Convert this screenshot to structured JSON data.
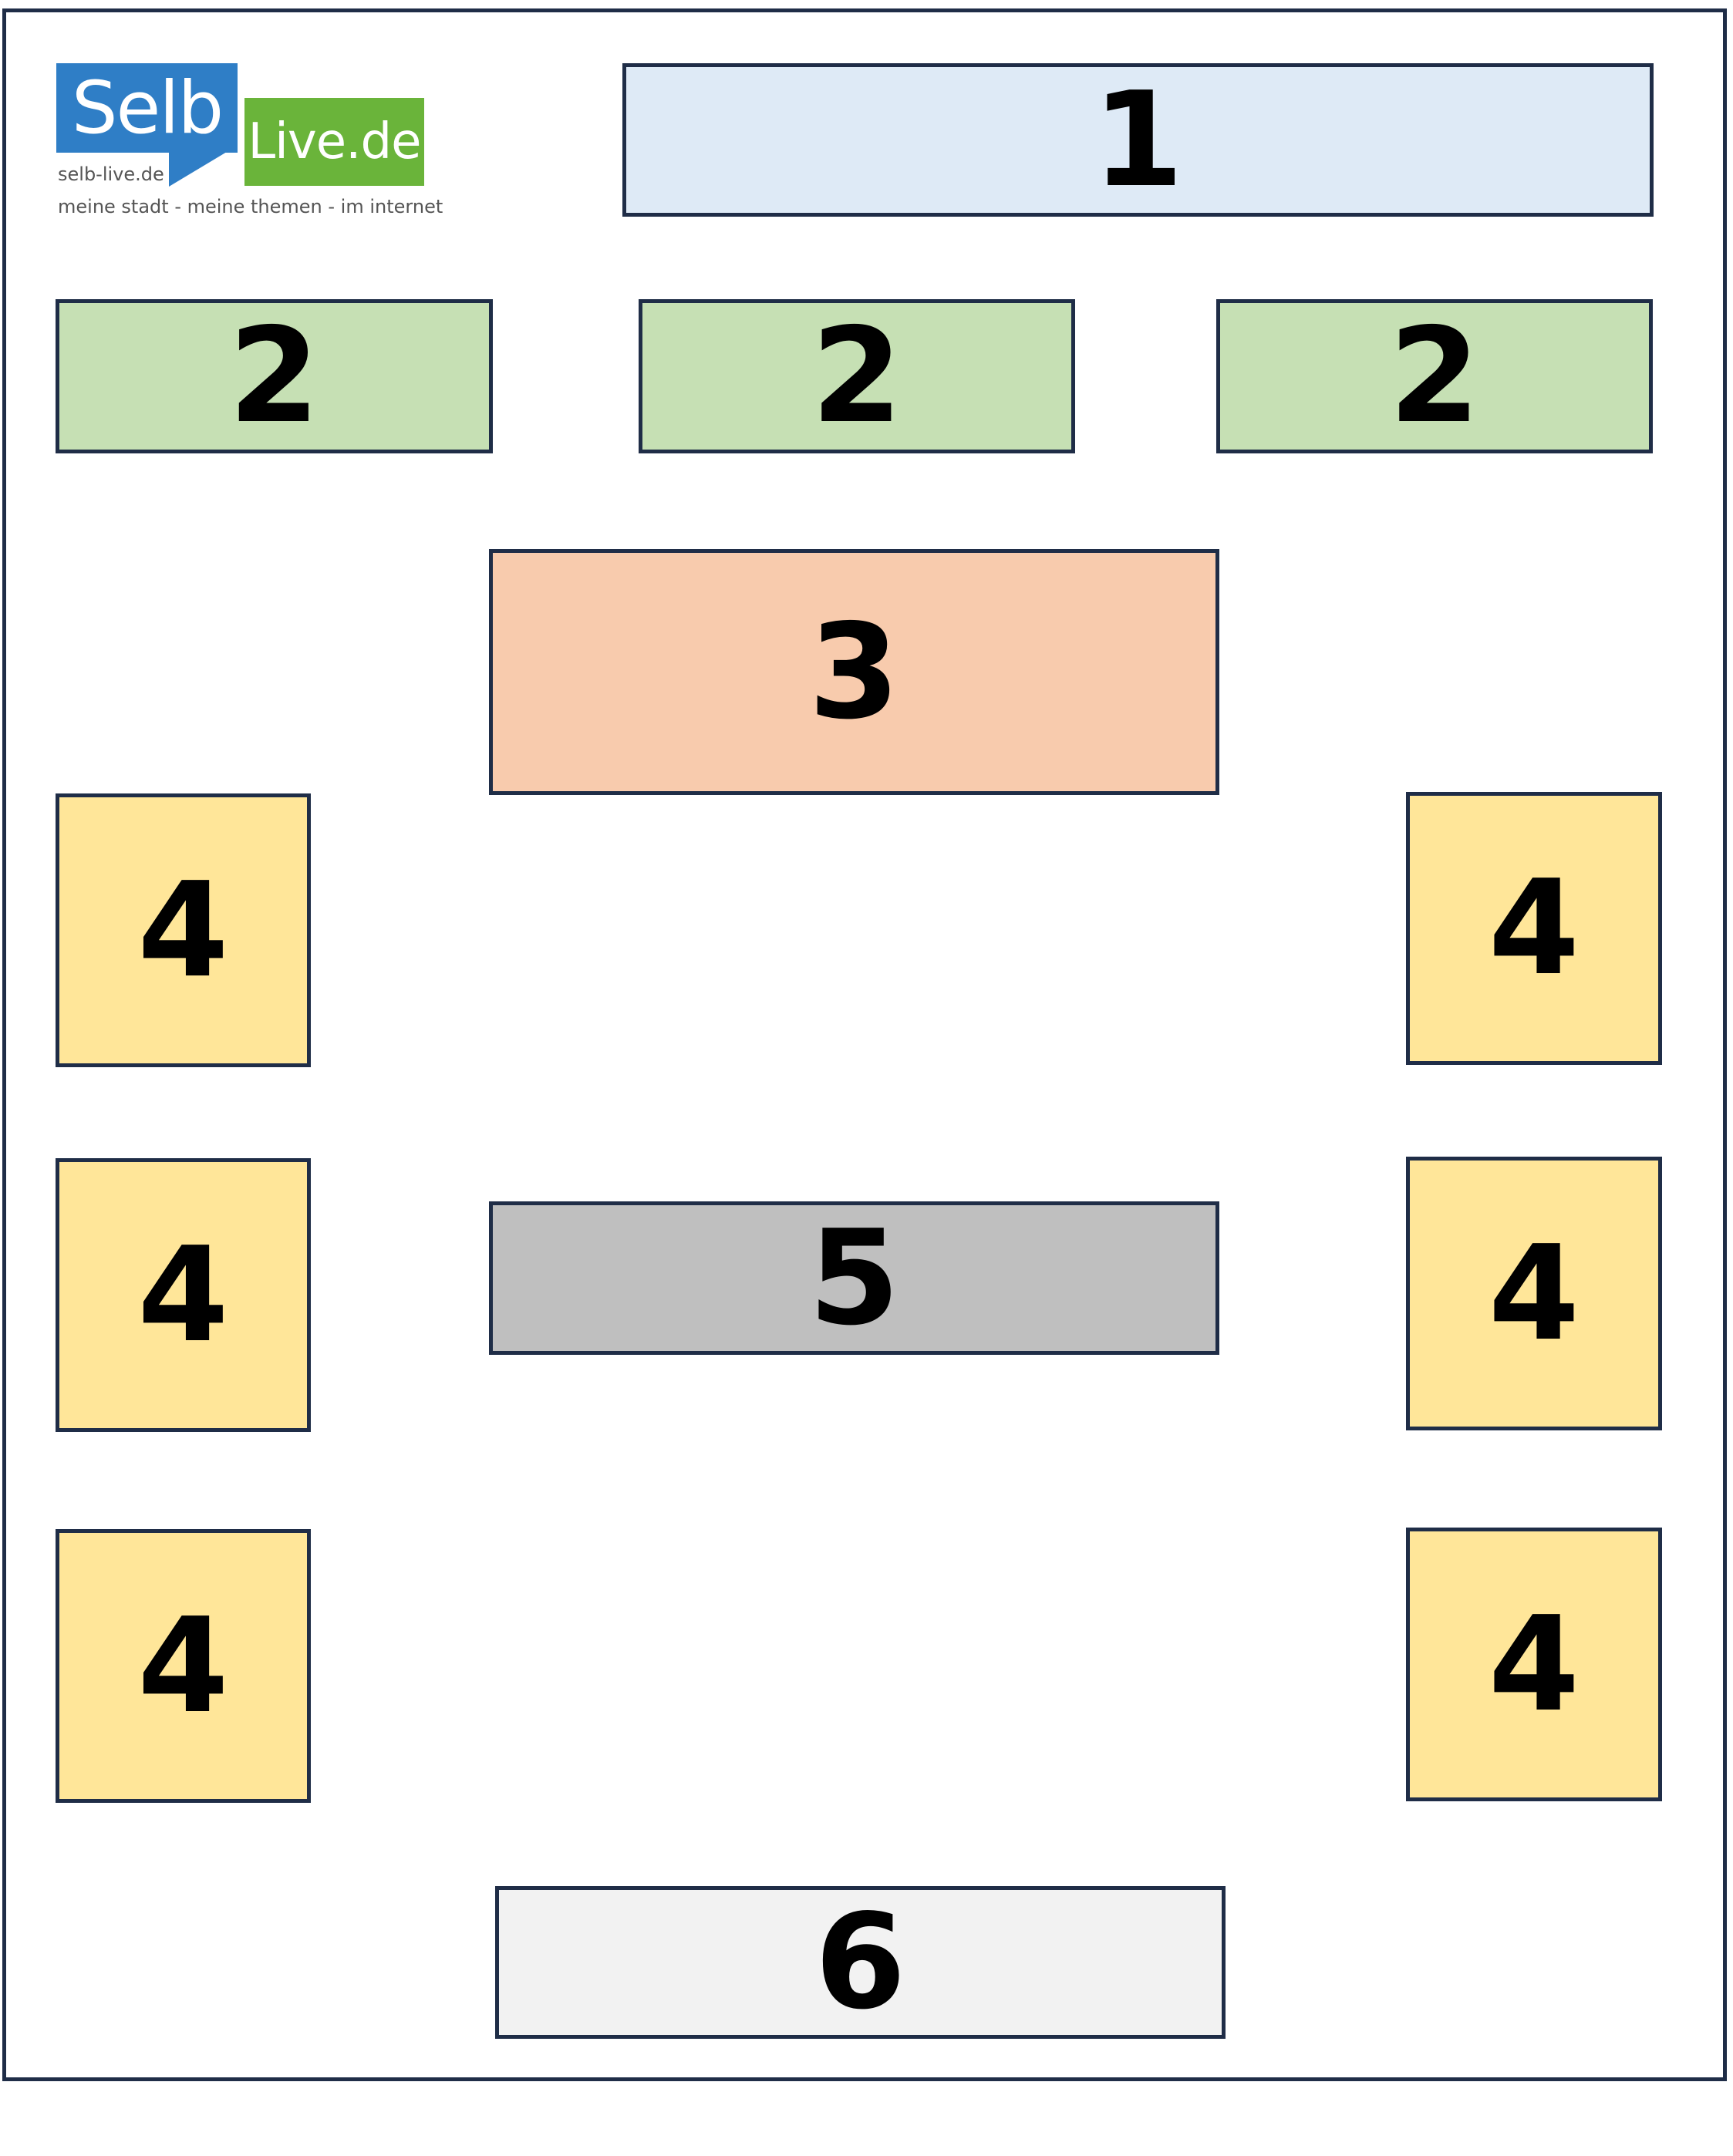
{
  "logo": {
    "brand_part_1": "Selb",
    "brand_part_2": "Live.de",
    "domain": "selb-live.de",
    "slogan": "meine stadt - meine themen - im internet",
    "colors": {
      "blue": "#2f7ec6",
      "green": "#6ab43a"
    }
  },
  "boxes": [
    {
      "id": "box-1",
      "label": "1",
      "color": "#deeaf6"
    },
    {
      "id": "box-2a",
      "label": "2",
      "color": "#c6e0b4"
    },
    {
      "id": "box-2b",
      "label": "2",
      "color": "#c6e0b4"
    },
    {
      "id": "box-2c",
      "label": "2",
      "color": "#c6e0b4"
    },
    {
      "id": "box-3",
      "label": "3",
      "color": "#f8cbad"
    },
    {
      "id": "box-4-left-top",
      "label": "4",
      "color": "#ffe699"
    },
    {
      "id": "box-4-left-middle",
      "label": "4",
      "color": "#ffe699"
    },
    {
      "id": "box-4-left-bottom",
      "label": "4",
      "color": "#ffe699"
    },
    {
      "id": "box-4-right-top",
      "label": "4",
      "color": "#ffe699"
    },
    {
      "id": "box-4-right-middle",
      "label": "4",
      "color": "#ffe699"
    },
    {
      "id": "box-4-right-bottom",
      "label": "4",
      "color": "#ffe699"
    },
    {
      "id": "box-5",
      "label": "5",
      "color": "#bfbfbf"
    },
    {
      "id": "box-6",
      "label": "6",
      "color": "#f2f2f2"
    }
  ],
  "border_color": "#1f2d47"
}
